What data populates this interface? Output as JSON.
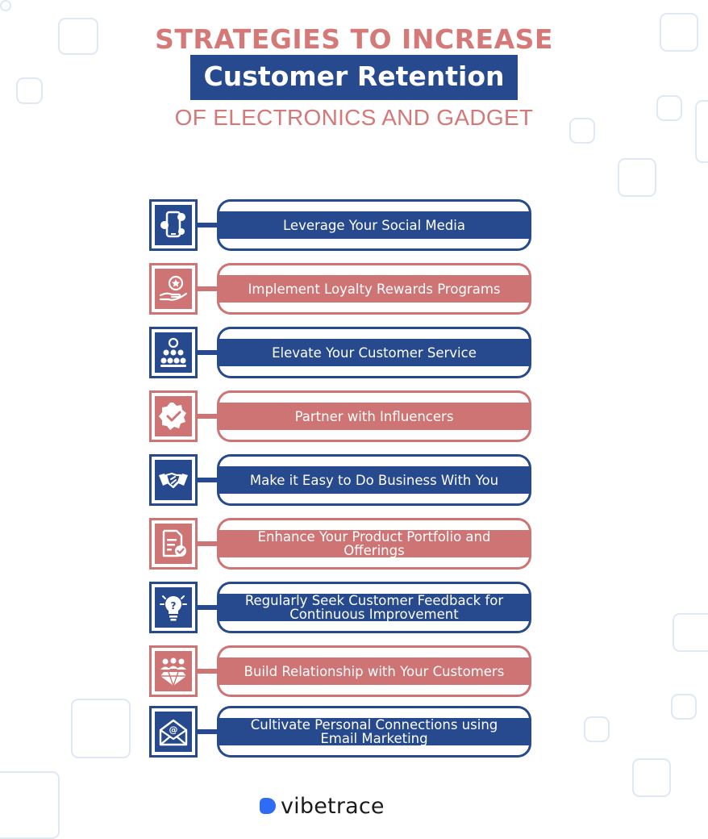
{
  "header": {
    "line1": "STRATEGIES TO INCREASE",
    "line2": "Customer Retention",
    "line3": "OF ELECTRONICS AND GADGET"
  },
  "colors": {
    "blue": "#274a8e",
    "pink": "#cf7474",
    "logo": "#2f6cf6"
  },
  "items": [
    {
      "label": "Leverage Your Social Media",
      "color": "blue",
      "icon": "social-media-icon"
    },
    {
      "label": "Implement Loyalty Rewards Programs",
      "color": "pink",
      "icon": "loyalty-reward-icon"
    },
    {
      "label": "Elevate Your Customer Service",
      "color": "blue",
      "icon": "customer-service-icon"
    },
    {
      "label": "Partner with Influencers",
      "color": "pink",
      "icon": "verified-badge-icon"
    },
    {
      "label": "Make it Easy to Do Business With You",
      "color": "blue",
      "icon": "handshake-icon"
    },
    {
      "label": "Enhance Your Product Portfolio and Offerings",
      "color": "pink",
      "icon": "document-check-icon"
    },
    {
      "label": "Regularly Seek Customer Feedback for Continuous Improvement",
      "color": "blue",
      "icon": "lightbulb-question-icon"
    },
    {
      "label": "Build Relationship with Your Customers",
      "color": "pink",
      "icon": "group-diamond-icon"
    },
    {
      "label": "Cultivate Personal Connections using Email Marketing",
      "color": "blue",
      "icon": "email-icon"
    }
  ],
  "logo": {
    "text": "vibetrace"
  }
}
